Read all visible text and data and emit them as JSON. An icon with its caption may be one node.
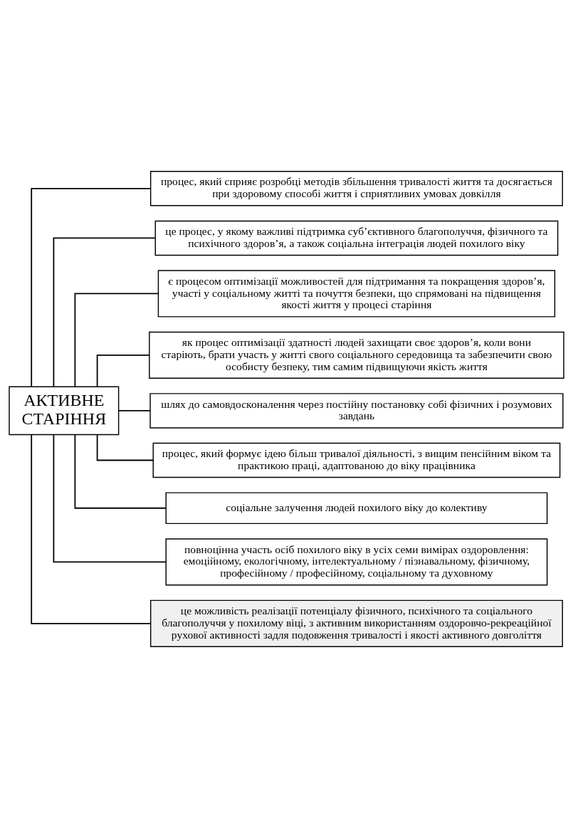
{
  "diagram": {
    "nodes": [
      {
        "text": [
          "АКТИВНЕ СТАРІННЯ"
        ]
      },
      {
        "text": [
          "процес, який сприяє розробці методів збільшення тривалості життя та досягається при здоровому способі життя і сприятливих умовах довкілля"
        ]
      },
      {
        "text": [
          "це процес, у якому важливі підтримка суб’єктивного благополуччя, фізичного та психічного здоров’я, а також соціальна інтеграція людей похилого віку"
        ]
      },
      {
        "text": [
          "є процесом оптимізації можливостей для підтримання та покращення здоров’я, участі у соціальному житті та почуття безпеки, що спрямовані на підвищення якості життя у процесі старіння"
        ]
      },
      {
        "text": [
          "як процес оптимізації здатності людей захищати своє здоров’я, коли вони старіють, брати участь у житті свого соціального середовища та забезпечити свою особисту безпеку, тим самим підвищуючи якість життя"
        ]
      },
      {
        "text": [
          "шлях до самовдосконалення через постійну постановку собі фізичних і розумових завдань"
        ]
      },
      {
        "text": [
          "процес, який формує ідею більш тривалої діяльності, з вищим пенсійним віком та практикою праці, адаптованою до віку працівника"
        ]
      },
      {
        "text": [
          "соціальне залучення людей похилого віку до колективу"
        ]
      },
      {
        "text": [
          "повноцінна участь осіб похилого віку в усіх семи вимірах оздоровлення: емоційному, екологічному, інтелектуальному / пізнавальному, фізичному, професійному / професійному, соціальному та духовному"
        ]
      },
      {
        "text": [
          "це можливість реалізації потенціалу фізичного, психічного та соціального благополуччя у похилому віці, з активним використанням оздоровчо-рекреаційної рухової активності задля подовження тривалості і якості активного довголіття"
        ]
      }
    ],
    "edges": [
      {
        "from": 0,
        "to": 1,
        "arrow": "none"
      },
      {
        "from": 0,
        "to": 2,
        "arrow": "none"
      },
      {
        "from": 0,
        "to": 3,
        "arrow": "none"
      },
      {
        "from": 0,
        "to": 4,
        "arrow": "none"
      },
      {
        "from": 0,
        "to": 5,
        "arrow": "none"
      },
      {
        "from": 0,
        "to": 6,
        "arrow": "none"
      },
      {
        "from": 0,
        "to": 7,
        "arrow": "none"
      },
      {
        "from": 0,
        "to": 8,
        "arrow": "none"
      },
      {
        "from": 0,
        "to": 9,
        "arrow": "none"
      }
    ]
  }
}
